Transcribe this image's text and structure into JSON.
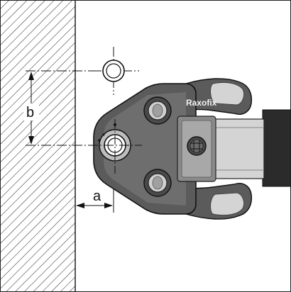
{
  "labels": {
    "dimension_a": "a",
    "dimension_b": "b",
    "brand": "Raxofix"
  },
  "colors": {
    "outline": "#111111",
    "hatch": "#222222",
    "tool_dark": "#5b5b5b",
    "tool_mid": "#8a8a8a",
    "tool_light": "#bdbdbd",
    "jaw_light": "#d4d4d4",
    "handle_black": "#2b2b2b"
  }
}
